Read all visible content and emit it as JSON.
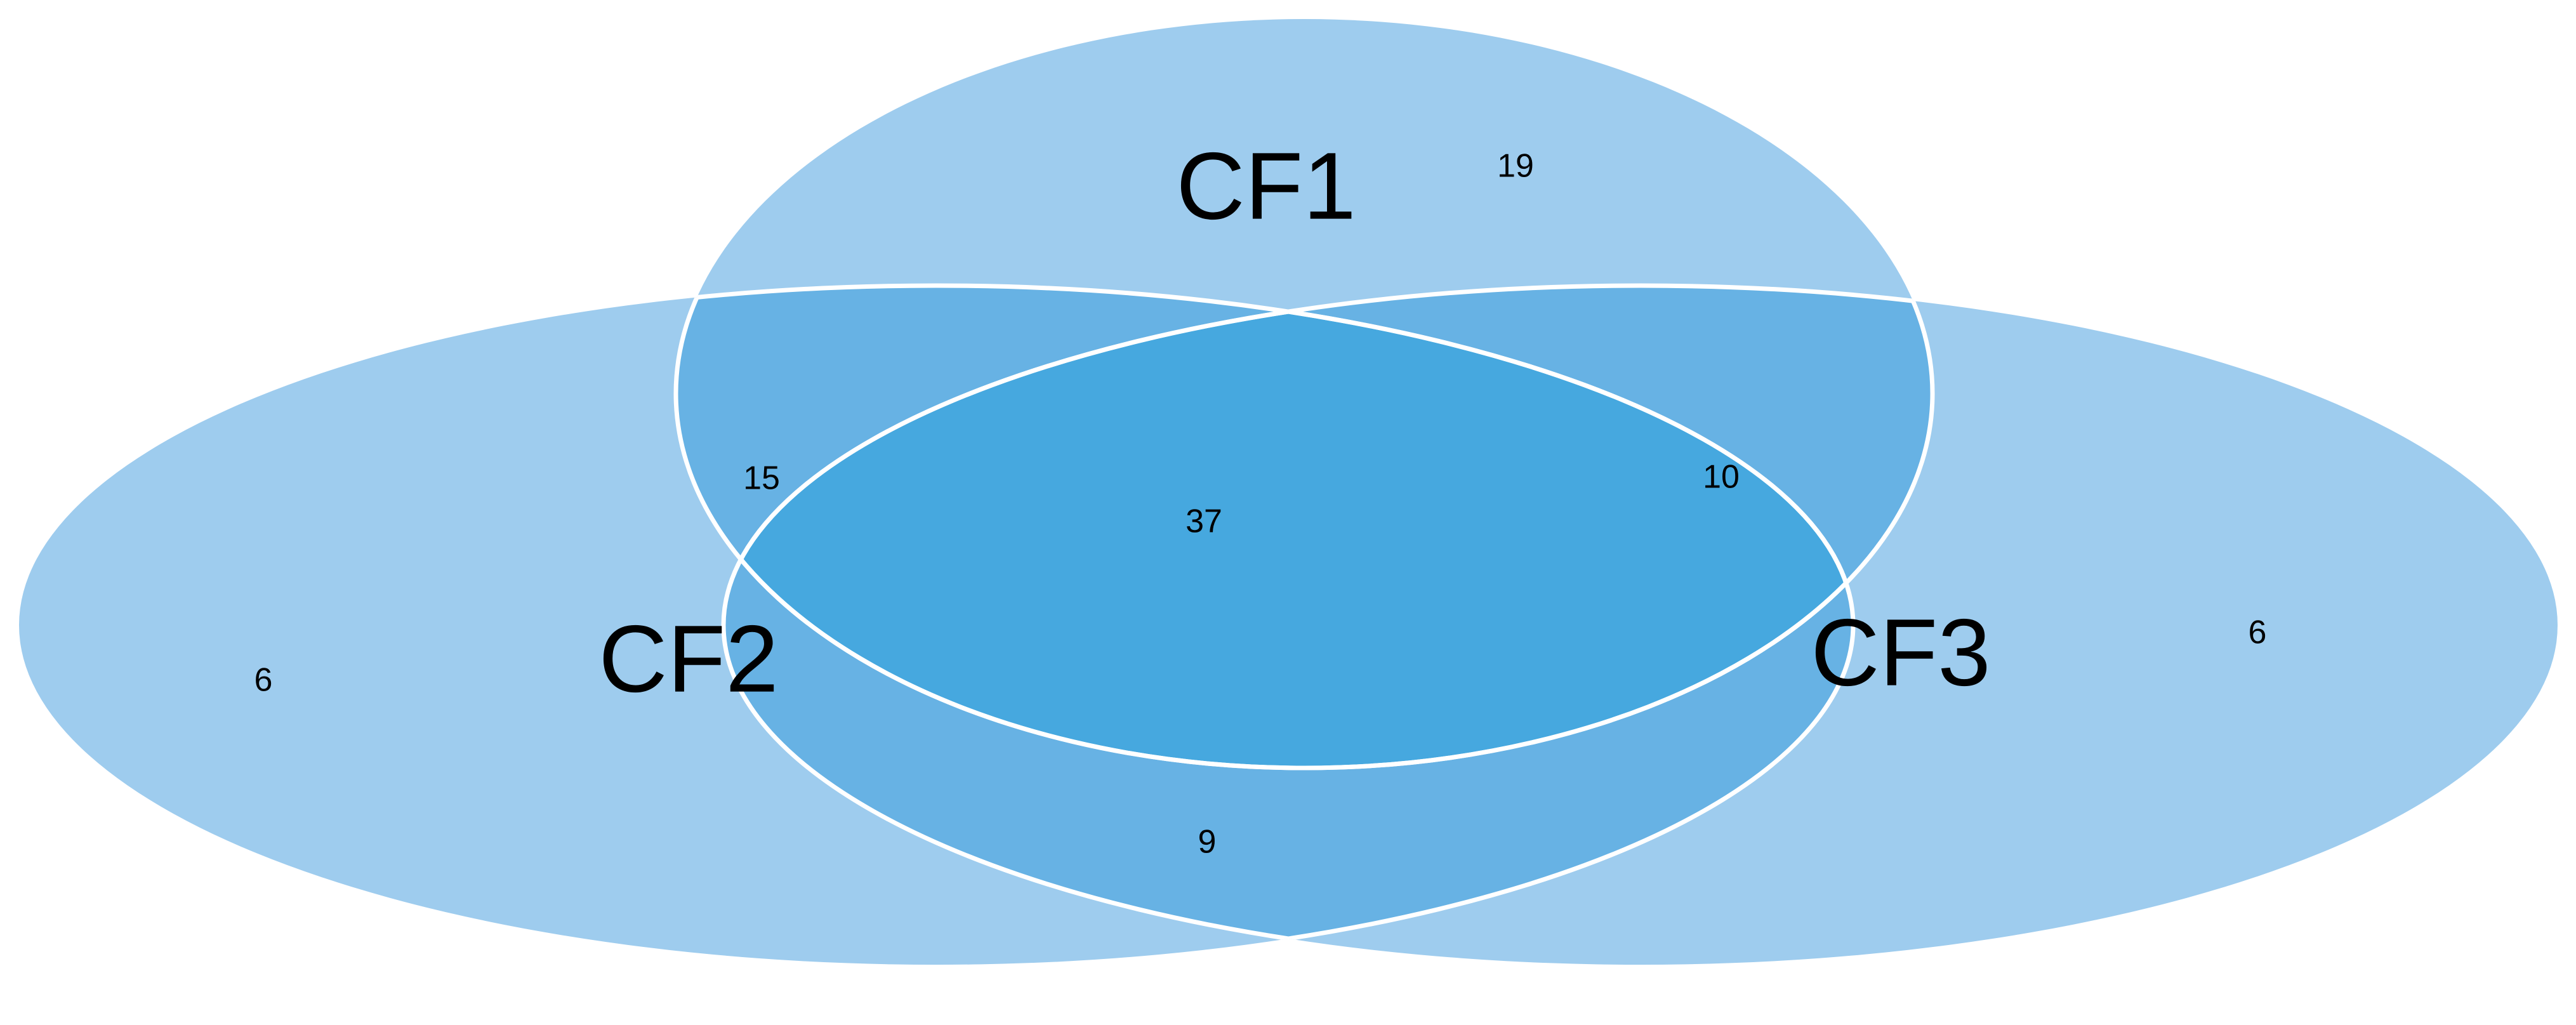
{
  "chart_data": {
    "type": "venn",
    "title": "",
    "sets": [
      "CF1",
      "CF2",
      "CF3"
    ],
    "regions": [
      {
        "key": "CF1",
        "label": "CF1 only",
        "value": 19
      },
      {
        "key": "CF2",
        "label": "CF2 only",
        "value": 6
      },
      {
        "key": "CF3",
        "label": "CF3 only",
        "value": 6
      },
      {
        "key": "CF1_CF2",
        "label": "CF1 and CF2",
        "value": 15
      },
      {
        "key": "CF1_CF3",
        "label": "CF1 and CF3",
        "value": 10
      },
      {
        "key": "CF2_CF3",
        "label": "CF2 and CF3",
        "value": 9
      },
      {
        "key": "CF1_CF2_CF3",
        "label": "CF1 and CF2 and CF3",
        "value": 37
      }
    ],
    "colors": {
      "background": "#ffffff",
      "set_fill": "#9ECCEE",
      "two_way_overlap": "#67B2E4",
      "three_way_overlap": "#46A8DF",
      "outline": "#ffffff",
      "text": "#000000"
    },
    "legend": "none",
    "grid": false
  },
  "diagram": {
    "set_labels": {
      "cf1": "CF1",
      "cf2": "CF2",
      "cf3": "CF3"
    },
    "counts": {
      "cf1_only": "19",
      "cf2_only": "6",
      "cf3_only": "6",
      "cf1_cf2": "15",
      "cf1_cf3": "10",
      "cf2_cf3": "9",
      "all_three": "37"
    }
  }
}
